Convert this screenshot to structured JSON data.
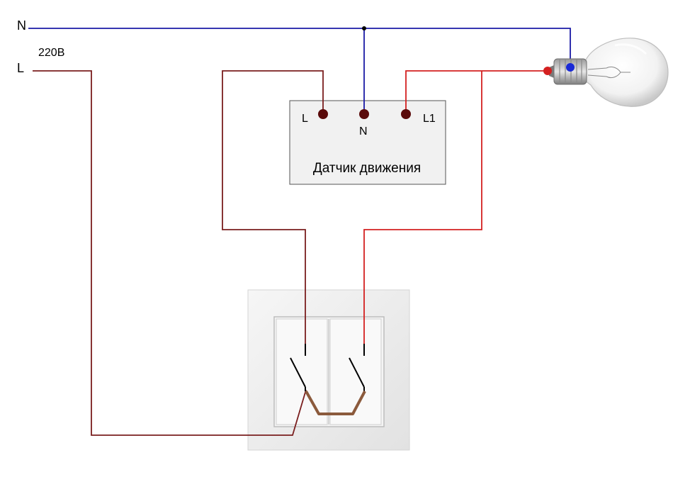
{
  "supply": {
    "neutral_label": "N",
    "phase_label": "L",
    "voltage_label": "220В"
  },
  "sensor": {
    "title": "Датчик движения",
    "terminal_l": "L",
    "terminal_n": "N",
    "terminal_l1": "L1"
  },
  "colors": {
    "neutral_wire": "#1a1aa6",
    "phase_wire": "#7a1e1e",
    "load_wire": "#d42020",
    "bridge_wire": "#8b5a3c",
    "terminal": "#5a0a0a"
  },
  "icons": {
    "lamp": "light-bulb-icon",
    "switch": "double-switch-icon"
  }
}
